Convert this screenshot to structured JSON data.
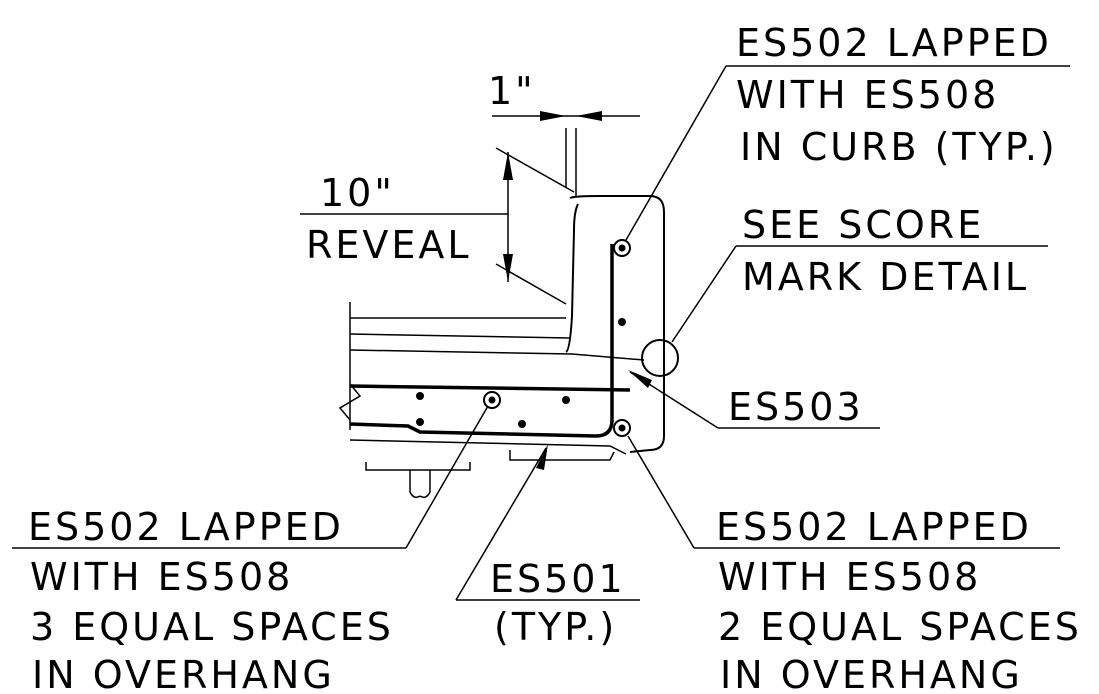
{
  "labels": {
    "top_right": [
      "ES502 LAPPED",
      "WITH ES508",
      "IN CURB (TYP.)"
    ],
    "score_mark": [
      "SEE SCORE",
      "MARK DETAIL"
    ],
    "es503": "ES503",
    "reveal": [
      "10\"",
      "REVEAL"
    ],
    "one_inch": "1\"",
    "bottom_left": [
      "ES502 LAPPED",
      "WITH ES508",
      "3 EQUAL SPACES",
      "IN OVERHANG"
    ],
    "es501": [
      "ES501",
      "(TYP.)"
    ],
    "bottom_right": [
      "ES502 LAPPED",
      "WITH ES508",
      "2 EQUAL SPACES",
      "IN OVERHANG"
    ]
  }
}
